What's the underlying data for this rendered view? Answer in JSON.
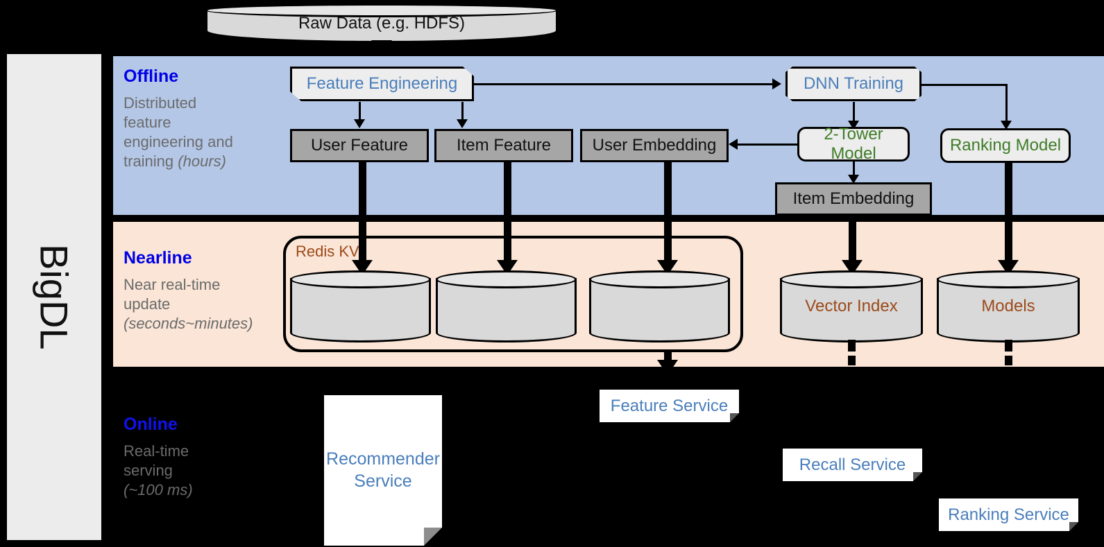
{
  "framework": {
    "name": "BigDL"
  },
  "source": {
    "label": "Raw Data (e.g. HDFS)"
  },
  "layers": [
    {
      "key": "offline",
      "title": "Offline",
      "description_line1": "Distributed",
      "description_line2": "feature",
      "description_line3": "engineering and",
      "description_line4": "training ",
      "latency": "(hours)",
      "background": "#b4c7e7",
      "title_color": "#0000e6"
    },
    {
      "key": "nearline",
      "title": "Nearline",
      "description_line1": "Near real-time",
      "description_line2": "update",
      "latency": "(seconds~minutes)",
      "background": "#fae5d6",
      "title_color": "#0000e6"
    },
    {
      "key": "online",
      "title": "Online",
      "description_line1": "Real-time",
      "description_line2": "serving",
      "latency": "(~100 ms)",
      "background": "#000000",
      "title_color": "#1111ee"
    }
  ],
  "offline": {
    "feature_engineering": "Feature Engineering",
    "dnn_training": "DNN Training",
    "user_feature": "User Feature",
    "item_feature": "Item Feature",
    "user_embedding": "User Embedding",
    "two_tower_model": "2-Tower Model",
    "ranking_model": "Ranking Model",
    "item_embedding": "Item Embedding"
  },
  "nearline": {
    "redis_kv": "Redis KV",
    "kv_stores": [
      "",
      "",
      ""
    ],
    "vector_index": "Vector Index",
    "models": "Models"
  },
  "online": {
    "recommender_service": "Recommender\nService",
    "recommender_service_line1": "Recommender",
    "recommender_service_line2": "Service",
    "feature_service": "Feature Service",
    "recall_service": "Recall Service",
    "ranking_service": "Ranking Service"
  },
  "colors": {
    "offline_band": "#b4c7e7",
    "nearline_band": "#fae5d6",
    "online_band": "#000000",
    "data_box": "#a6a6a6",
    "process_box": "#ededed",
    "cylinder": "#d9d9d9",
    "blue_text": "#4a7ebb",
    "green_text": "#3f7d28",
    "brown_text": "#9c4a1a",
    "layer_title": "#0000e6",
    "layer_sub": "#6b6b6b",
    "sidebar": "#ececec"
  }
}
